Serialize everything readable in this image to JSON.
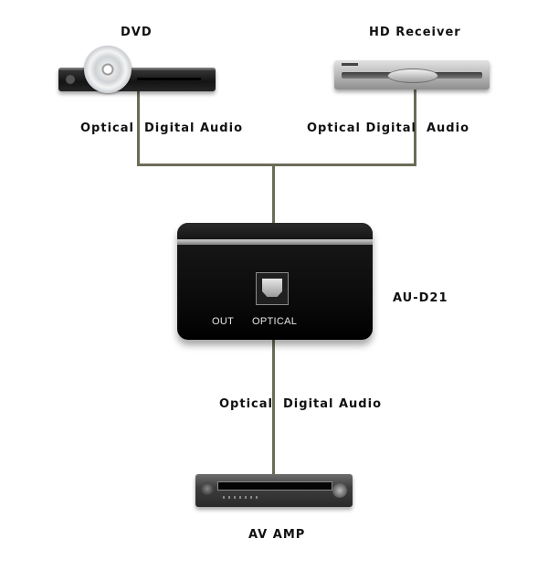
{
  "devices": {
    "dvd": "DVD",
    "hd_receiver": "HD Receiver",
    "converter": "AU-D21",
    "av_amp": "AV AMP"
  },
  "connections": {
    "dvd_link": "Optical  Digital Audio",
    "receiver_link": "Optical Digital  Audio",
    "output_link": "Optical  Digital Audio"
  },
  "converter_panel": {
    "out_label": "OUT",
    "port_label": "OPTICAL"
  }
}
